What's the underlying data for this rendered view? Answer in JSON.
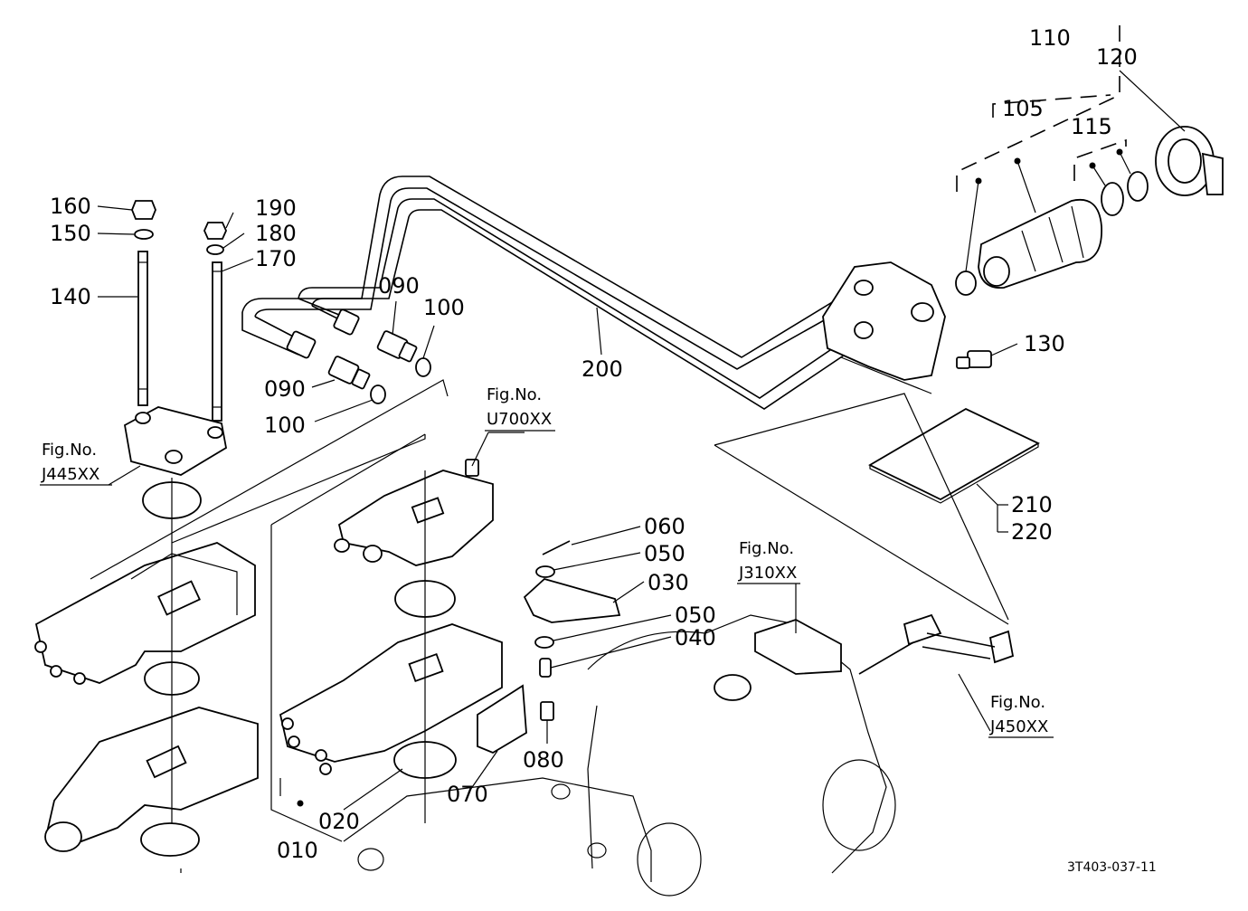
{
  "diagram": {
    "parts": [
      {
        "id": "p160",
        "label": "160"
      },
      {
        "id": "p150",
        "label": "150"
      },
      {
        "id": "p140",
        "label": "140"
      },
      {
        "id": "p190",
        "label": "190"
      },
      {
        "id": "p180",
        "label": "180"
      },
      {
        "id": "p170",
        "label": "170"
      },
      {
        "id": "p090a",
        "label": "090"
      },
      {
        "id": "p100a",
        "label": "100"
      },
      {
        "id": "p090b",
        "label": "090"
      },
      {
        "id": "p100b",
        "label": "100"
      },
      {
        "id": "p200",
        "label": "200"
      },
      {
        "id": "p110",
        "label": "110"
      },
      {
        "id": "p120",
        "label": "120"
      },
      {
        "id": "p105",
        "label": "105"
      },
      {
        "id": "p115",
        "label": "115"
      },
      {
        "id": "p130",
        "label": "130"
      },
      {
        "id": "p210",
        "label": "210"
      },
      {
        "id": "p220",
        "label": "220"
      },
      {
        "id": "p060",
        "label": "060"
      },
      {
        "id": "p050a",
        "label": "050"
      },
      {
        "id": "p030",
        "label": "030"
      },
      {
        "id": "p050b",
        "label": "050"
      },
      {
        "id": "p040",
        "label": "040"
      },
      {
        "id": "p080",
        "label": "080"
      },
      {
        "id": "p070",
        "label": "070"
      },
      {
        "id": "p020",
        "label": "020"
      },
      {
        "id": "p010",
        "label": "010"
      }
    ],
    "figure_refs": [
      {
        "id": "fJ445",
        "caption": "Fig.No.",
        "code": "J445XX"
      },
      {
        "id": "fU700",
        "caption": "Fig.No.",
        "code": "U700XX"
      },
      {
        "id": "fJ310",
        "caption": "Fig.No.",
        "code": "J310XX"
      },
      {
        "id": "fJ450",
        "caption": "Fig.No.",
        "code": "J450XX"
      }
    ],
    "drawing_code": "3T403-037-11"
  }
}
